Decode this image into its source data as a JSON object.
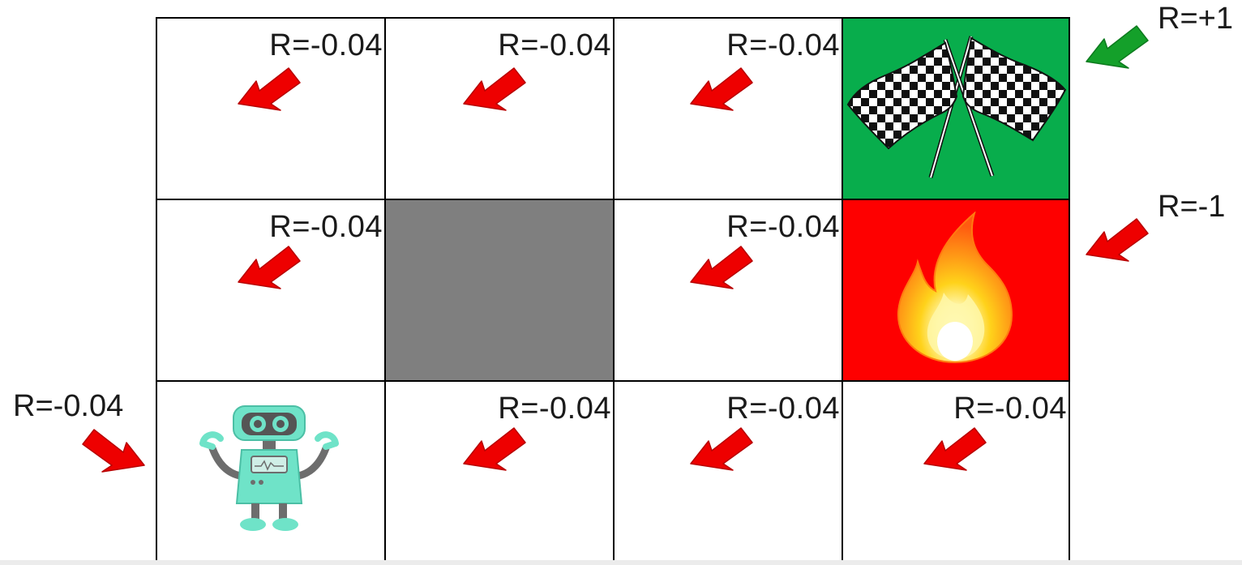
{
  "grid": {
    "cells": [
      {
        "row": 0,
        "col": 0,
        "type": "normal",
        "reward": "R=-0.04"
      },
      {
        "row": 0,
        "col": 1,
        "type": "normal",
        "reward": "R=-0.04"
      },
      {
        "row": 0,
        "col": 2,
        "type": "normal",
        "reward": "R=-0.04"
      },
      {
        "row": 0,
        "col": 3,
        "type": "goal",
        "reward": ""
      },
      {
        "row": 1,
        "col": 0,
        "type": "normal",
        "reward": "R=-0.04"
      },
      {
        "row": 1,
        "col": 1,
        "type": "wall",
        "reward": ""
      },
      {
        "row": 1,
        "col": 2,
        "type": "normal",
        "reward": "R=-0.04"
      },
      {
        "row": 1,
        "col": 3,
        "type": "fire",
        "reward": ""
      },
      {
        "row": 2,
        "col": 0,
        "type": "start",
        "reward": ""
      },
      {
        "row": 2,
        "col": 1,
        "type": "normal",
        "reward": "R=-0.04"
      },
      {
        "row": 2,
        "col": 2,
        "type": "normal",
        "reward": "R=-0.04"
      },
      {
        "row": 2,
        "col": 3,
        "type": "normal",
        "reward": "R=-0.04"
      }
    ]
  },
  "side_labels": {
    "goal_reward": "R=+1",
    "fire_reward": "R=-1",
    "start_reward": "R=-0.04"
  },
  "colors": {
    "goal": "#08ad4c",
    "fire": "#fe0000",
    "wall": "#7f7f7f",
    "red_arrow": "#ee0000",
    "green_arrow": "#14a02a",
    "robot": "#6fe3c8"
  },
  "icons": {
    "goal": "checkered-flags-icon",
    "fire": "flame-icon",
    "agent": "robot-icon",
    "pointer": "arrow-icon"
  }
}
